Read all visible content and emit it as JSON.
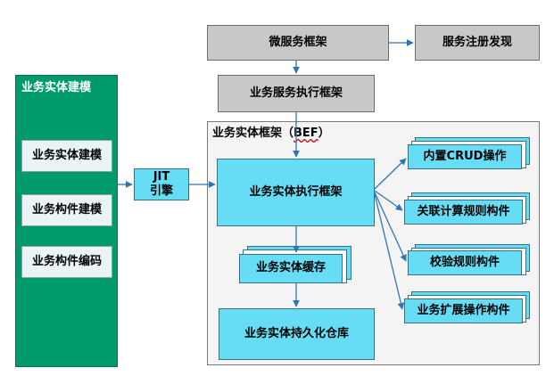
{
  "microservice_framework": "微服务框架",
  "service_registry": "服务注册发现",
  "service_exec_framework": "业务服务执行框架",
  "left_panel": {
    "title": "业务实体建模",
    "items": [
      "业务实体建模",
      "业务构件建模",
      "业务构件编码"
    ]
  },
  "jit": {
    "line1": "JIT",
    "line2": "引擎"
  },
  "bef": {
    "title_prefix": "业务实体框架（",
    "title_abbr": "BEF",
    "title_suffix": "）"
  },
  "entity_exec_framework": "业务实体执行框架",
  "entity_cache": "业务实体缓存",
  "persistence_repo": "业务实体持久化仓库",
  "components": [
    "内置CRUD操作",
    "关联计算规则构件",
    "校验规则构件",
    "业务扩展操作构件"
  ],
  "colors": {
    "green": "#009a6a",
    "cyan": "#66ddf5",
    "gray": "#c8c8c8",
    "arrow": "#2e75b6"
  }
}
